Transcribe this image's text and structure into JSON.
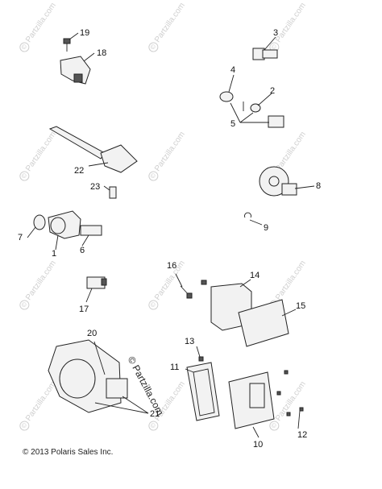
{
  "watermark": "Partzilla.com",
  "stamp": "© Partzilla.com",
  "copyright": "© 2013 Polaris Sales Inc.",
  "callouts": {
    "c1": "1",
    "c2": "2",
    "c3": "3",
    "c4": "4",
    "c5": "5",
    "c6": "6",
    "c7": "7",
    "c8": "8",
    "c9": "9",
    "c10": "10",
    "c11": "11",
    "c12": "12",
    "c13": "13",
    "c14": "14",
    "c15": "15",
    "c16": "16",
    "c17": "17",
    "c18": "18",
    "c19": "19",
    "c20": "20",
    "c21": "21",
    "c22": "22",
    "c23": "23"
  }
}
